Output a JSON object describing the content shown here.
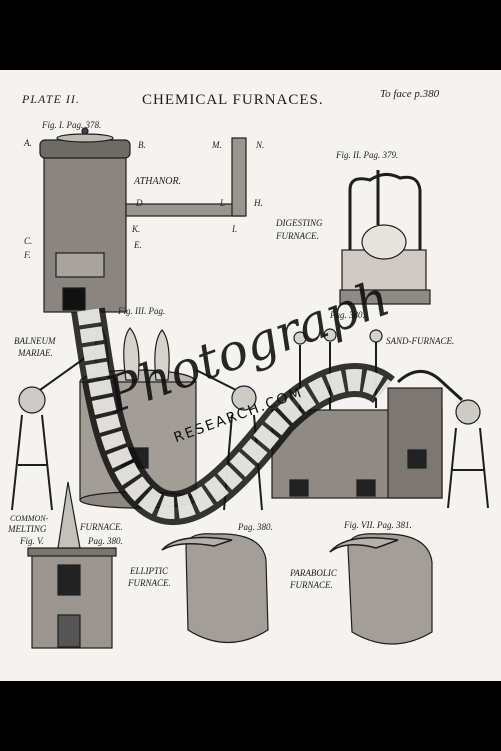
{
  "plate": {
    "number": "PLATE II.",
    "title": "CHEMICAL FURNACES.",
    "to_face": "To face p.380"
  },
  "labels": {
    "fig1": "Fig. I. Pag. 378.",
    "athanor": "ATHANOR.",
    "fig2": "Fig. II. Pag. 379.",
    "digesting": "DIGESTING",
    "digesting2": "FURNACE.",
    "fig3": "Fig. III. Pag.",
    "balneum": "BALNEUM",
    "mariae": "MARIAE.",
    "fig4pag": "Pag. 380.",
    "sand": "SAND-FURNACE.",
    "common": "COMMON-",
    "melting": "MELTING",
    "furnace5": "FURNACE.",
    "fig5": "Fig. V.",
    "pag380b": "Pag. 380.",
    "pag380c": "Pag. 380.",
    "elliptic": "ELLIPTIC",
    "elliptic2": "FURNACE.",
    "fig7": "Fig. VII. Pag. 381.",
    "parabolic": "PARABOLIC",
    "parabolic2": "FURNACE.",
    "letter_a": "A.",
    "letter_b": "B.",
    "letter_m": "M.",
    "letter_n": "N.",
    "letter_d": "D",
    "letter_l": "L",
    "letter_h": "H.",
    "letter_k": "K.",
    "letter_i": "I.",
    "letter_e": "E.",
    "letter_c": "C.",
    "letter_f": "F."
  },
  "watermark": {
    "script": "Photograph",
    "sub": "RESEARCH.COM"
  }
}
